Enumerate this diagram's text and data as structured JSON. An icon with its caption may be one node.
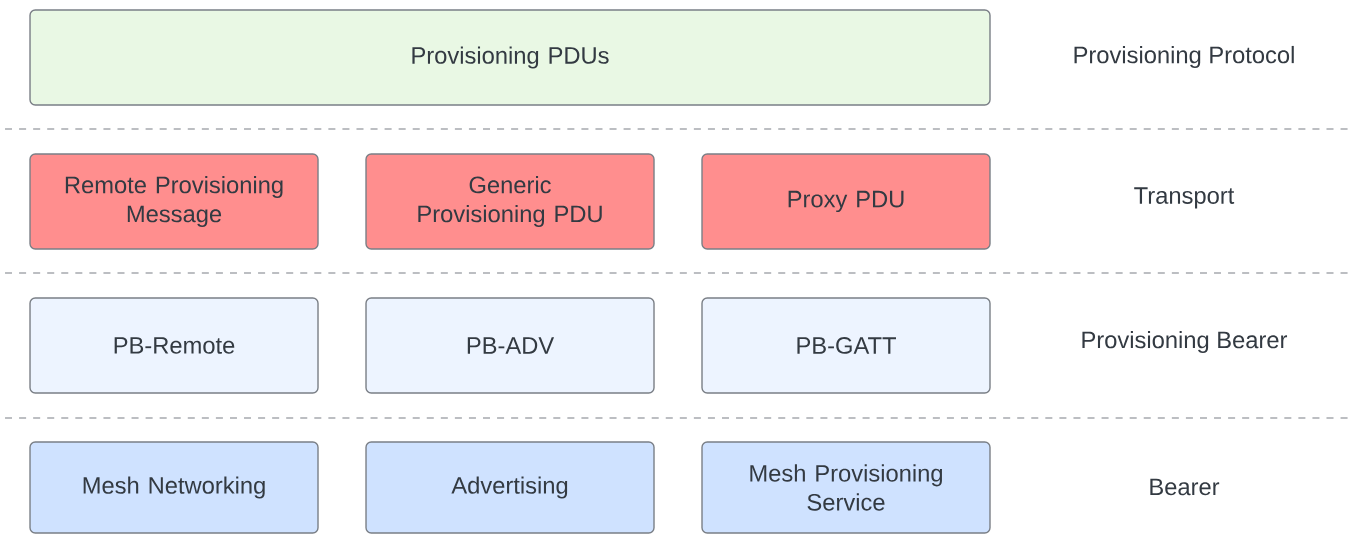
{
  "diagram": {
    "nodes": [
      {
        "text": [
          "Provisioning PDUs"
        ]
      },
      {
        "text": [
          "Remote Provisioning Message"
        ]
      },
      {
        "text": [
          "Generic Provisioning PDU"
        ]
      },
      {
        "text": [
          "Proxy PDU"
        ]
      },
      {
        "text": [
          "PB-Remote"
        ]
      },
      {
        "text": [
          "PB-ADV"
        ]
      },
      {
        "text": [
          "PB-GATT"
        ]
      },
      {
        "text": [
          "Mesh Networking"
        ]
      },
      {
        "text": [
          "Advertising"
        ]
      },
      {
        "text": [
          "Mesh Provisioning Service"
        ]
      }
    ],
    "labels": [
      "Provisioning Protocol",
      "Transport",
      "Provisioning Bearer",
      "Bearer"
    ]
  }
}
